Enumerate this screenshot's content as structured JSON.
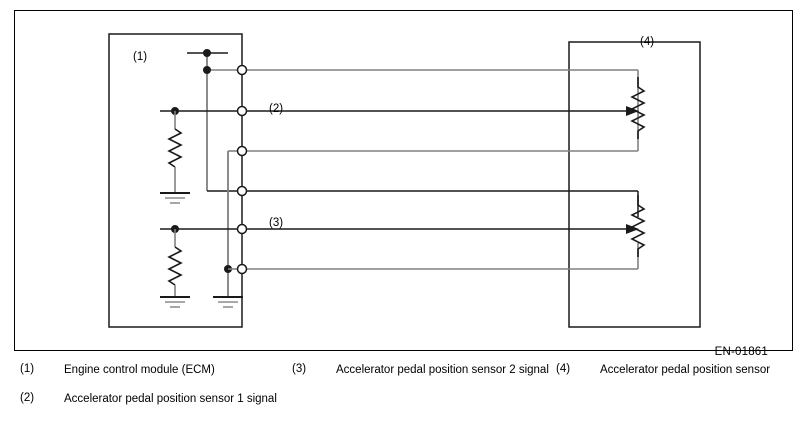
{
  "figure": {
    "code": "EN-01861",
    "callouts": {
      "one": "(1)",
      "two": "(2)",
      "three": "(3)",
      "four": "(4)"
    }
  },
  "legend": {
    "columns": [
      {
        "entries": [
          {
            "num": "(1)",
            "text": "Engine control module (ECM)"
          },
          {
            "num": "(2)",
            "text": "Accelerator pedal position sensor 1 signal"
          }
        ]
      },
      {
        "entries": [
          {
            "num": "(3)",
            "text": "Accelerator pedal position sensor 2 signal"
          }
        ]
      },
      {
        "entries": [
          {
            "num": "(4)",
            "text": "Accelerator pedal position sensor"
          }
        ]
      }
    ]
  },
  "colors": {
    "line_black": "#1a1a1a",
    "line_gray": "#808080",
    "box_border": "#1a1a1a",
    "background": "#ffffff"
  }
}
